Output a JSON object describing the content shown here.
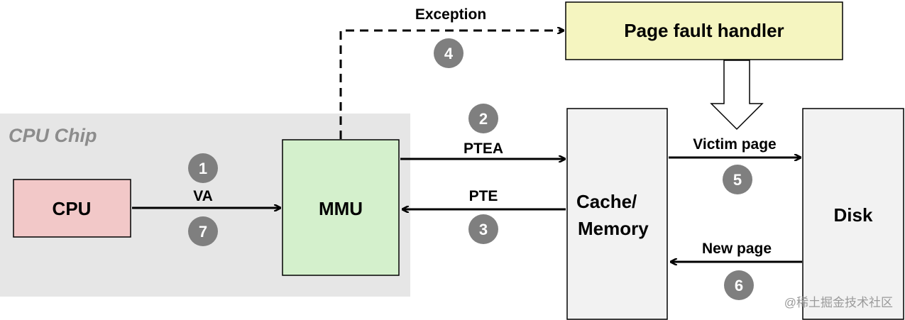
{
  "chip_label": "CPU Chip",
  "boxes": {
    "cpu": "CPU",
    "mmu": "MMU",
    "handler": "Page fault handler",
    "cache_line1": "Cache/",
    "cache_line2": "Memory",
    "disk": "Disk"
  },
  "arrows": {
    "va": "VA",
    "ptea": "PTEA",
    "pte": "PTE",
    "exception": "Exception",
    "victim": "Victim page",
    "newpage": "New page"
  },
  "steps": {
    "s1": "1",
    "s2": "2",
    "s3": "3",
    "s4": "4",
    "s5": "5",
    "s6": "6",
    "s7": "7"
  },
  "watermark": "@稀土掘金技术社区",
  "colors": {
    "chip_bg": "#e6e6e6",
    "cpu_fill": "#f2c8c8",
    "mmu_fill": "#d4f0cc",
    "handler_fill": "#f5f5c0",
    "memory_fill": "#f2f2f2",
    "step_circle": "#7f7f7f"
  }
}
